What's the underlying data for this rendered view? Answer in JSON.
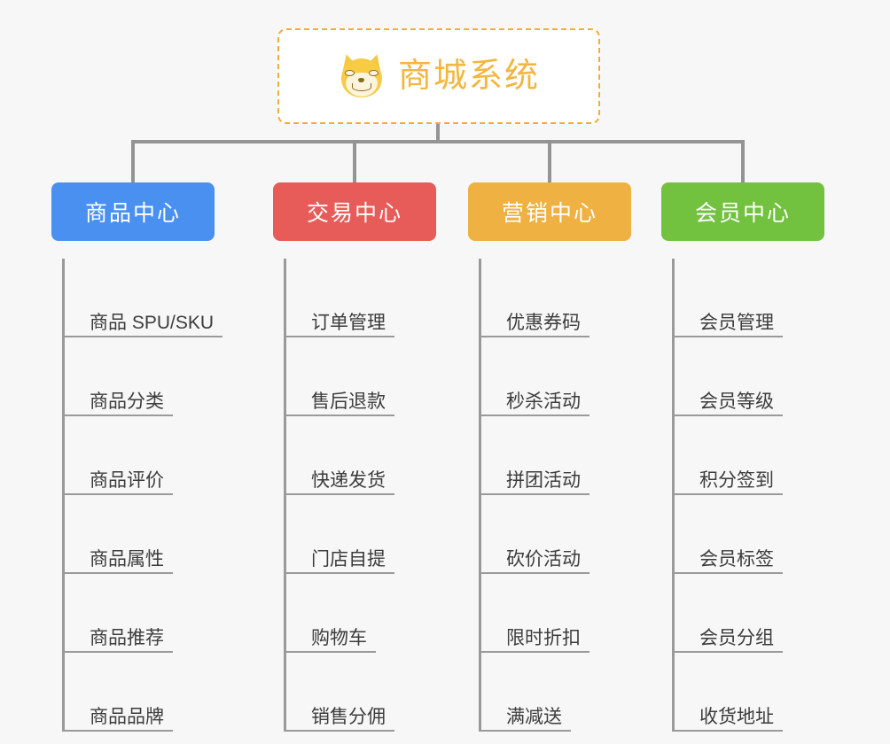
{
  "diagram": {
    "type": "mindmap",
    "title": "商城系统",
    "background_color": "#f7f7f7"
  },
  "root": {
    "label": "商城系统",
    "icon": "shiba-dog-face-icon",
    "text_color": "#f3b63f",
    "border_color": "#f0ad3e",
    "background_color": "#ffffff"
  },
  "branches": [
    {
      "label": "商品中心",
      "color": "#4a90f0",
      "items": [
        "商品 SPU/SKU",
        "商品分类",
        "商品评价",
        "商品属性",
        "商品推荐",
        "商品品牌"
      ]
    },
    {
      "label": "交易中心",
      "color": "#e75c58",
      "items": [
        "订单管理",
        "售后退款",
        "快递发货",
        "门店自提",
        "购物车",
        "销售分佣"
      ]
    },
    {
      "label": "营销中心",
      "color": "#eeb142",
      "items": [
        "优惠券码",
        "秒杀活动",
        "拼团活动",
        "砍价活动",
        "限时折扣",
        "满减送"
      ]
    },
    {
      "label": "会员中心",
      "color": "#72c13f",
      "items": [
        "会员管理",
        "会员等级",
        "积分签到",
        "会员标签",
        "会员分组",
        "收货地址"
      ]
    }
  ]
}
